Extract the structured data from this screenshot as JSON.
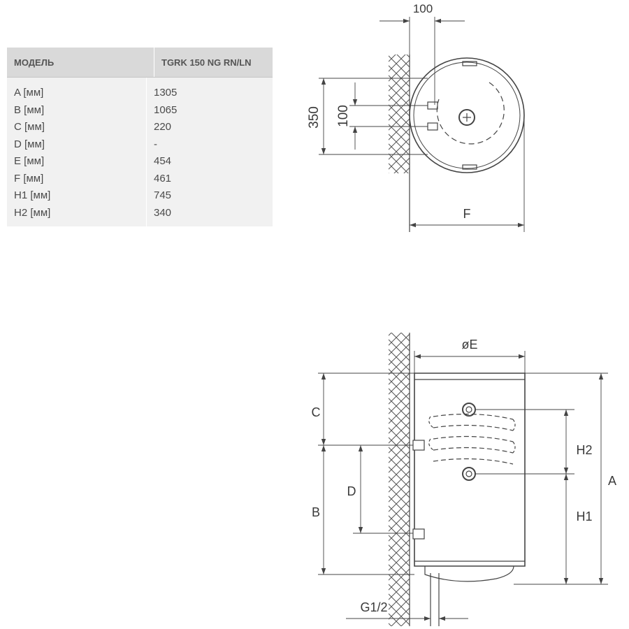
{
  "table": {
    "header_model": "МОДЕЛЬ",
    "header_value": "TGRK 150 NG RN/LN",
    "rows": [
      {
        "param": "A [мм]",
        "value": "1305"
      },
      {
        "param": "B [мм]",
        "value": "1065"
      },
      {
        "param": "C [мм]",
        "value": "220"
      },
      {
        "param": "D [мм]",
        "value": "-"
      },
      {
        "param": "E [мм]",
        "value": "454"
      },
      {
        "param": "F [мм]",
        "value": "461"
      },
      {
        "param": "H1 [мм]",
        "value": "745"
      },
      {
        "param": "H2 [мм]",
        "value": "340"
      }
    ]
  },
  "top_view": {
    "dim_top": "100",
    "dim_left_outer": "350",
    "dim_left_inner": "100",
    "dim_bottom": "F"
  },
  "side_view": {
    "dim_diameter": "øE",
    "dim_c": "C",
    "dim_b": "B",
    "dim_d": "D",
    "dim_h2": "H2",
    "dim_h1": "H1",
    "dim_a": "A",
    "dim_thread": "G1/2"
  },
  "colors": {
    "line": "#444444",
    "table_header_bg": "#d9d9d9",
    "table_body_bg": "#f1f1f1"
  }
}
